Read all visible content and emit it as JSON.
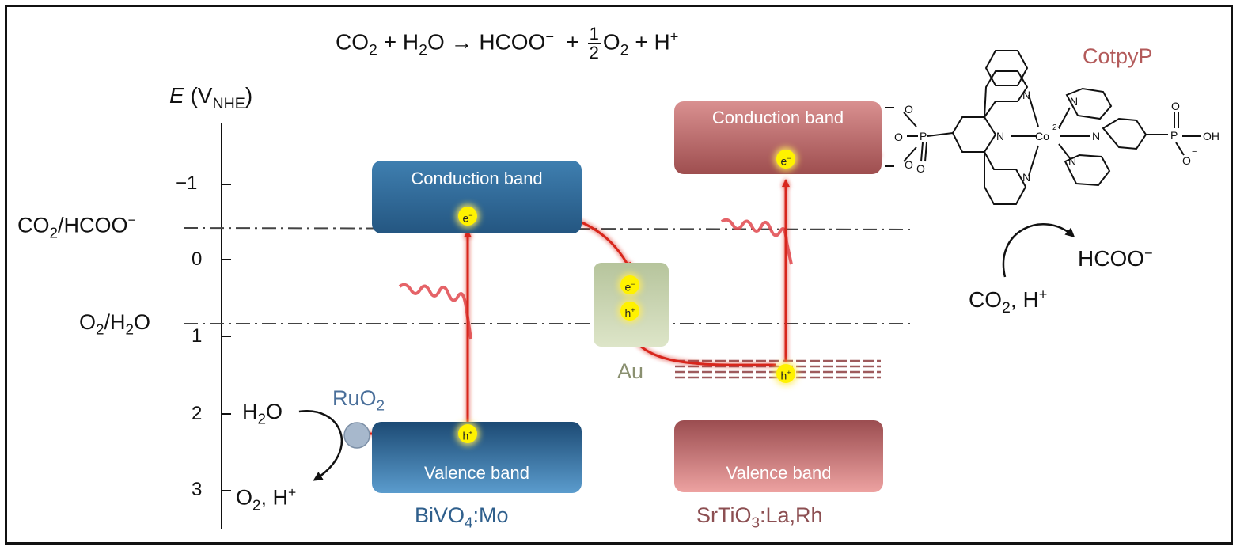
{
  "equation": {
    "co2": "CO",
    "two_a": "2",
    "plus1": "+",
    "h2": "H",
    "two_b": "2",
    "o": "O",
    "arrow": "→",
    "product": "HCOO",
    "minus": "−",
    "plus2": "+",
    "num": "1",
    "den": "2",
    "o2": "O",
    "two_c": "2",
    "plus3": "+",
    "h": "H",
    "hplus": "+"
  },
  "axis": {
    "e_label": "E",
    "v_open": "(V",
    "nhe": "NHE",
    "v_close": ")",
    "ticks": [
      "−1",
      "0",
      "1",
      "2",
      "3"
    ]
  },
  "levels": {
    "co2_label": "CO",
    "co2_sub": "2",
    "co2_rest": "/HCOO",
    "co2_sup": "−",
    "o2_label": "O",
    "o2_sub": "2",
    "o2_mid": "/H",
    "o2_sub2": "2",
    "o2_rest": "O"
  },
  "bivo4": {
    "conduction_band": "Conduction band",
    "valence_band": "Valence band",
    "name_a": "BiVO",
    "name_sub": "4",
    "name_b": ":Mo"
  },
  "srtio3": {
    "conduction_band": "Conduction band",
    "valence_band": "Valence band",
    "name_a": "SrTiO",
    "name_sub": "3",
    "name_b": ":La,Rh"
  },
  "au_label": "Au",
  "ruo2": {
    "a": "RuO",
    "sub": "2"
  },
  "oxidation": {
    "h2o_a": "H",
    "h2o_sub": "2",
    "h2o_b": "O",
    "prod_a": "O",
    "prod_sub": "2",
    "prod_b": ", H",
    "prod_sup": "+"
  },
  "reduction": {
    "cotpyp": "CotpyP",
    "product": "HCOO",
    "product_sup": "−",
    "reactant_a": "CO",
    "reactant_sub": "2",
    "reactant_b": ", H",
    "reactant_sup": "+"
  },
  "carriers": {
    "e": "e",
    "e_sup": "−",
    "h": "h",
    "h_sup": "+"
  },
  "molecule": {
    "metal": "Co",
    "charge": "2+",
    "n": "N",
    "o": "O",
    "p": "P",
    "oh": "OH",
    "minus": "−"
  },
  "colors": {
    "arrow_red": "#d8281c",
    "blue_band": "#2f6a9a",
    "red_band": "#b56466",
    "au_text": "#8a9070",
    "cotpyp_text": "#b35a5a",
    "ruo2_text": "#4a6f9a"
  }
}
